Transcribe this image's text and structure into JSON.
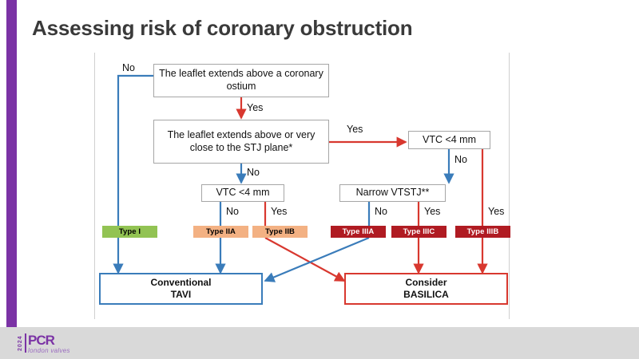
{
  "slide": {
    "title": "Assessing risk of coronary obstruction",
    "accent_color": "#7b33a5",
    "footer_color": "#d9d9d9"
  },
  "logo": {
    "year": "2024",
    "brand": "PCR",
    "subtitle": "london valves"
  },
  "chart_data": {
    "type": "diagram",
    "title": "Assessing risk of coronary obstruction",
    "decision_nodes": [
      {
        "id": "n1",
        "text": "The leaflet extends above a coronary ostium"
      },
      {
        "id": "n2",
        "text": "The leaflet extends above or very close to the STJ plane*"
      },
      {
        "id": "n3",
        "text": "VTC <4 mm"
      },
      {
        "id": "n4",
        "text": "VTC <4 mm"
      },
      {
        "id": "n5",
        "text": "Narrow VTSTJ**"
      }
    ],
    "edge_labels": [
      {
        "id": "e_no_top",
        "text": "No"
      },
      {
        "id": "e_yes_1",
        "text": "Yes"
      },
      {
        "id": "e_yes_2",
        "text": "Yes"
      },
      {
        "id": "e_no_2",
        "text": "No"
      },
      {
        "id": "e_no_3",
        "text": "No"
      },
      {
        "id": "e_no_4",
        "text": "No"
      },
      {
        "id": "e_yes_4",
        "text": "Yes"
      },
      {
        "id": "e_no_5",
        "text": "No"
      },
      {
        "id": "e_yes_5",
        "text": "Yes"
      },
      {
        "id": "e_yes_6",
        "text": "Yes"
      }
    ],
    "type_badges": [
      {
        "label": "Type I",
        "color": "#92c353",
        "text_color": "#000000"
      },
      {
        "label": "Type IIA",
        "color": "#f3b183",
        "text_color": "#000000"
      },
      {
        "label": "Type IIB",
        "color": "#f3b183",
        "text_color": "#000000"
      },
      {
        "label": "Type IIIA",
        "color": "#b01b22",
        "text_color": "#ffffff"
      },
      {
        "label": "Type IIIC",
        "color": "#b01b22",
        "text_color": "#ffffff"
      },
      {
        "label": "Type IIIB",
        "color": "#b01b22",
        "text_color": "#ffffff"
      }
    ],
    "outcomes": [
      {
        "id": "o_tavi",
        "line1": "Conventional",
        "line2": "TAVI",
        "border_color": "#3a7cba"
      },
      {
        "id": "o_basilica",
        "line1": "Consider",
        "line2": "BASILICA",
        "border_color": "#d8382f"
      }
    ],
    "edge_colors": {
      "no_path": "#3a7cba",
      "yes_path": "#d8382f"
    }
  }
}
